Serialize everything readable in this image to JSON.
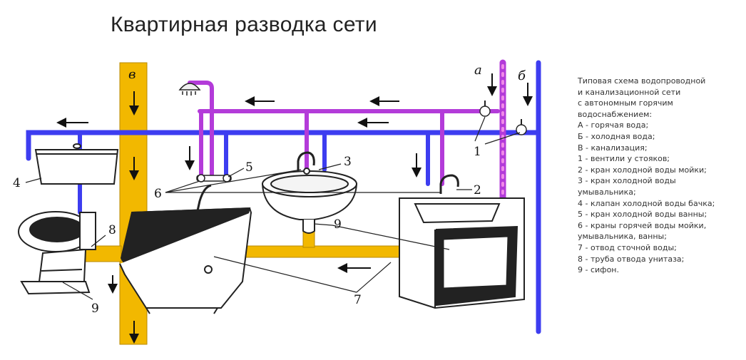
{
  "title": "Квартирная разводка сети",
  "riser_labels": {
    "hot": "а",
    "cold": "б",
    "sewer": "в"
  },
  "legend": [
    "Типовая схема водопроводной",
    "и канализационной сети",
    "с автономным горячим",
    "водоснабжением:",
    "А - горячая вода;",
    "Б - холодная вода;",
    "В - канализация;",
    "1 - вентили у стояков;",
    "2 - кран холодной воды мойки;",
    "3 - кран холодной воды",
    "умывальника;",
    "4 - клапан холодной воды бачка;",
    "5 - кран холодной воды ванны;",
    "6 - краны горячей воды мойки,",
    "умывальника, ванны;",
    "7 - отвод сточной воды;",
    "8 - труба отвода унитаза;",
    "9 - сифон."
  ],
  "callouts": [
    "1",
    "2",
    "3",
    "4",
    "5",
    "6",
    "7",
    "8",
    "9",
    "9"
  ],
  "colors": {
    "sewer": "#f2b800",
    "cold": "#3d3df0",
    "hot": "#b33bd9",
    "outline": "#222222"
  }
}
